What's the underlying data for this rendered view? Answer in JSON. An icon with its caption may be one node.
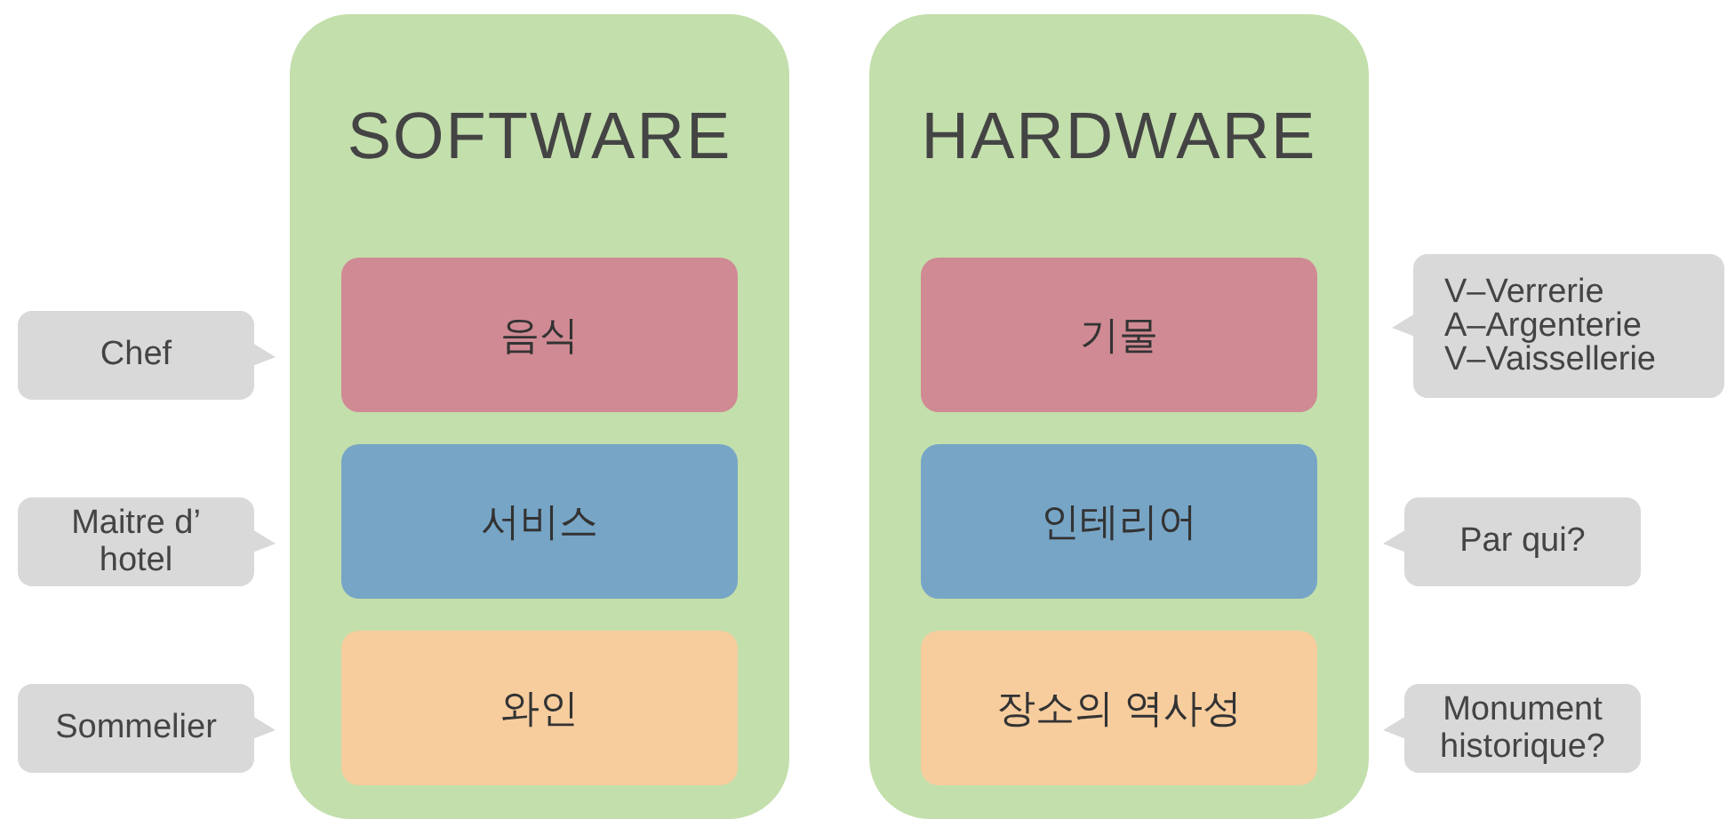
{
  "diagram": {
    "nodes": [
      {
        "text": [
          "SOFTWARE"
        ]
      },
      {
        "text": [
          "음식"
        ],
        "in": 0
      },
      {
        "text": [
          "서비스"
        ],
        "in": 0
      },
      {
        "text": [
          "와인"
        ],
        "in": 0
      },
      {
        "text": [
          "HARDWARE"
        ]
      },
      {
        "text": [
          "기물"
        ],
        "in": 4
      },
      {
        "text": [
          "인테리어"
        ],
        "in": 4
      },
      {
        "text": [
          "장소의 역사성"
        ],
        "in": 4
      },
      {
        "text": [
          "Chef"
        ]
      },
      {
        "text": [
          "Maitre d’ hotel"
        ]
      },
      {
        "text": [
          "Sommelier"
        ]
      },
      {
        "text": [
          "V–Verrerie A–Argenterie V–Vaissellerie"
        ]
      },
      {
        "text": [
          "Par qui?"
        ]
      },
      {
        "text": [
          "Monument historique?"
        ]
      }
    ]
  }
}
